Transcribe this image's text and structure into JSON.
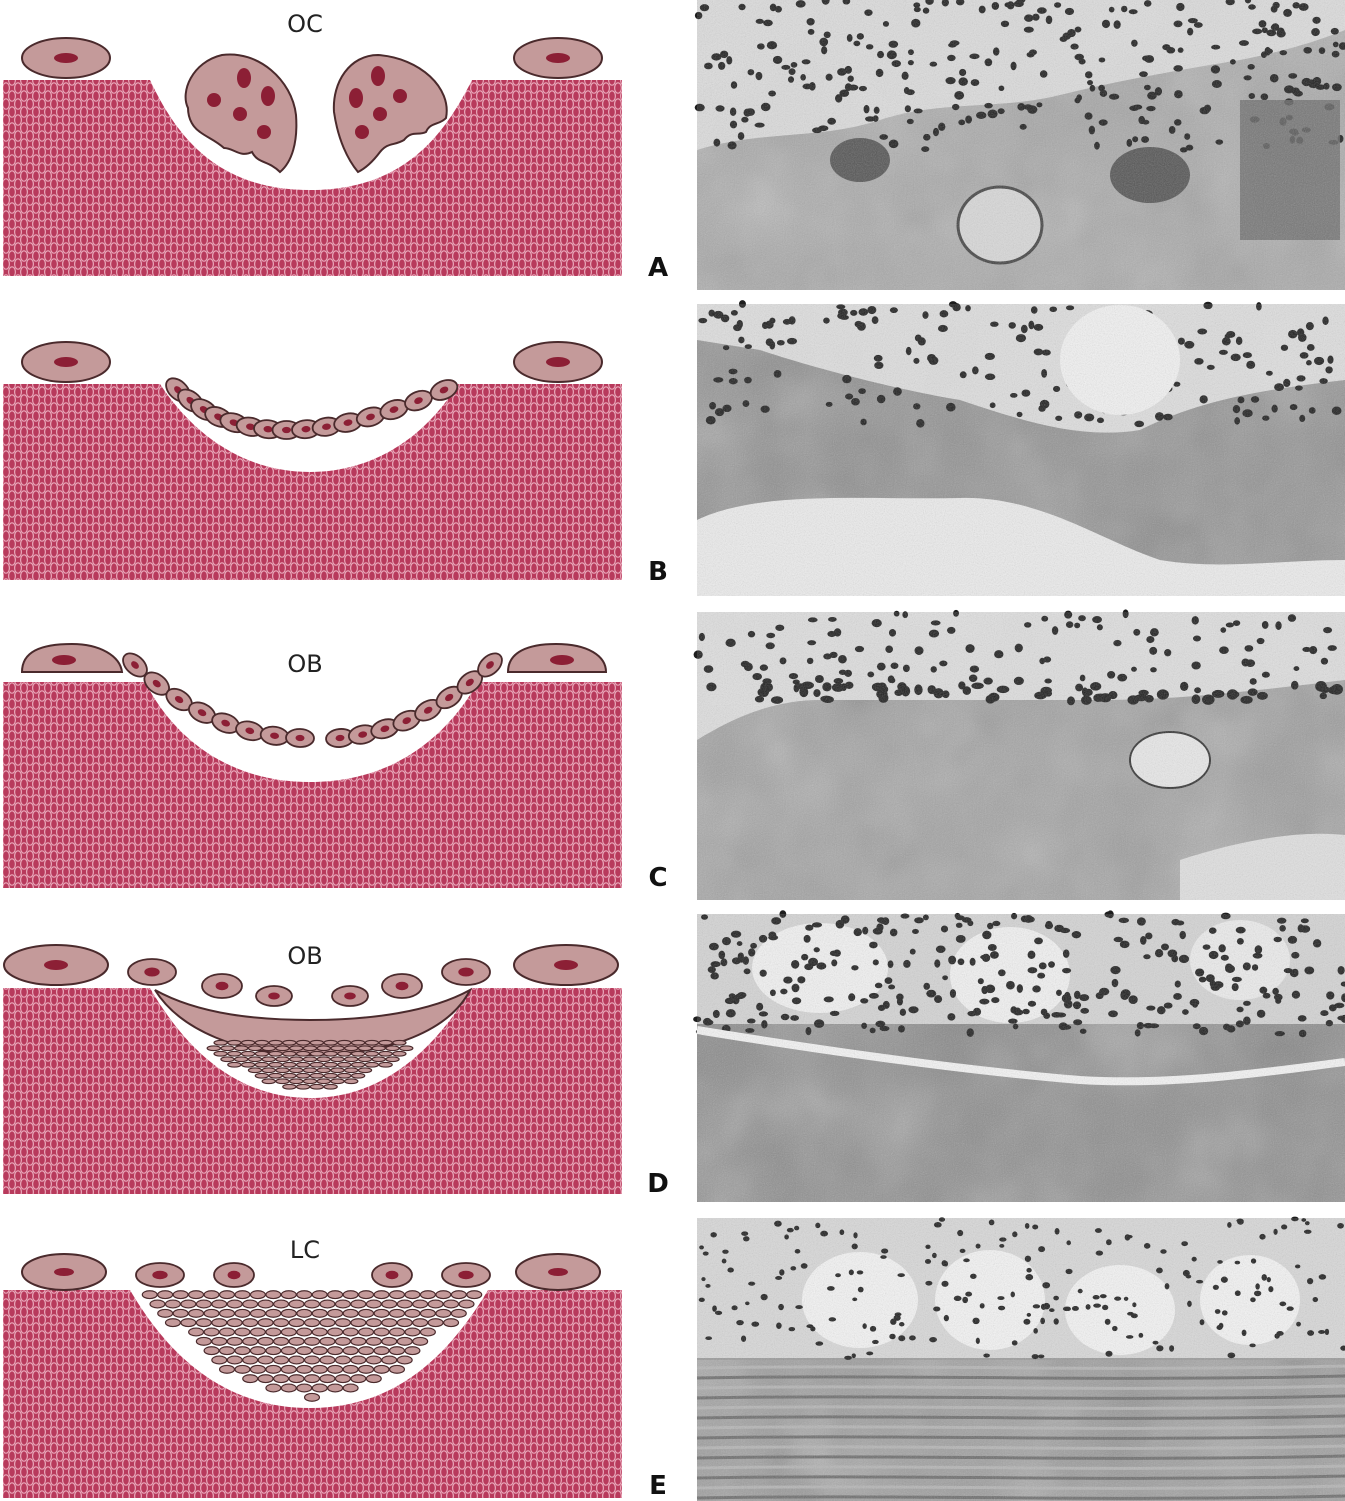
{
  "figure": {
    "panels": [
      {
        "id": "A",
        "label": "A",
        "cell_label": "OC"
      },
      {
        "id": "B",
        "label": "B",
        "cell_label": ""
      },
      {
        "id": "C",
        "label": "C",
        "cell_label": "OB"
      },
      {
        "id": "D",
        "label": "D",
        "cell_label": "OB"
      },
      {
        "id": "E",
        "label": "E",
        "cell_label": "LC"
      }
    ]
  },
  "colors": {
    "bone": "#b83a5c",
    "bone_weave": "#e7a4b6",
    "cell_fill": "#c49a9a",
    "cell_stroke": "#4a2a2c",
    "nucleus": "#8c1f35",
    "micro_bg": "#9a9a9a"
  }
}
